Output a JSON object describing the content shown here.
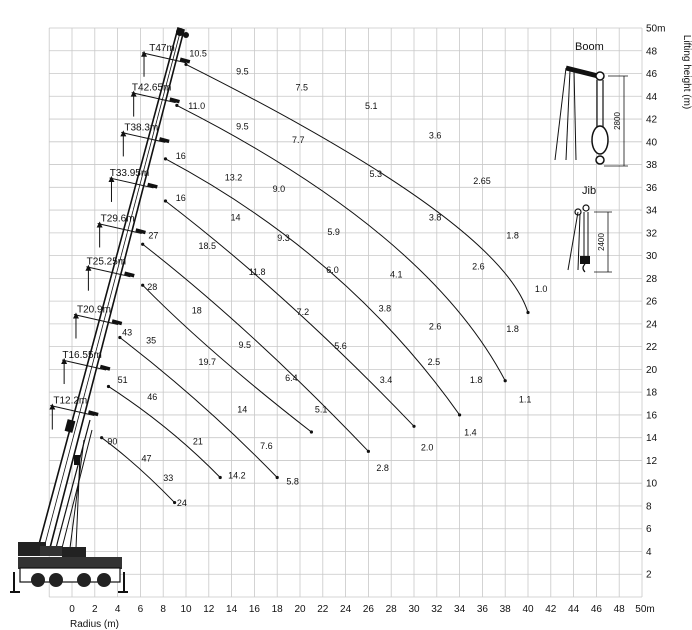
{
  "chart_data": {
    "type": "line",
    "xlabel": "Radius (m)",
    "ylabel": "Lifting height (m)",
    "xlim": [
      0,
      50
    ],
    "ylim": [
      0,
      50
    ],
    "x_ticks": [
      "0",
      "2",
      "4",
      "6",
      "8",
      "10",
      "12",
      "14",
      "16",
      "18",
      "20",
      "22",
      "24",
      "26",
      "28",
      "30",
      "32",
      "34",
      "36",
      "38",
      "40",
      "42",
      "44",
      "46",
      "48",
      "50m"
    ],
    "y_ticks": [
      "2",
      "4",
      "6",
      "8",
      "10",
      "12",
      "14",
      "16",
      "18",
      "20",
      "22",
      "24",
      "26",
      "28",
      "30",
      "32",
      "34",
      "36",
      "38",
      "40",
      "42",
      "44",
      "46",
      "48",
      "50m"
    ],
    "grid": true,
    "boom_lengths": [
      {
        "label": "T47m",
        "h": 48
      },
      {
        "label": "T42.65m",
        "h": 44.5
      },
      {
        "label": "T38.3m",
        "h": 41
      },
      {
        "label": "T33.95m",
        "h": 37
      },
      {
        "label": "T29.6m",
        "h": 33
      },
      {
        "label": "T25.25m",
        "h": 29.2
      },
      {
        "label": "T20.9m",
        "h": 25
      },
      {
        "label": "T16.55m",
        "h": 21
      },
      {
        "label": "T12.2m",
        "h": 17
      }
    ],
    "series": [
      {
        "points": [
          [
            10,
            46.8
          ],
          [
            37.5,
            33
          ],
          [
            40,
            25
          ]
        ],
        "labels": [
          {
            "text": "10.5",
            "x": 10.3,
            "y": 47.8
          },
          {
            "text": "9.5",
            "x": 14.4,
            "y": 46.2
          },
          {
            "text": "7.5",
            "x": 19.6,
            "y": 44.8
          },
          {
            "text": "5.1",
            "x": 25.7,
            "y": 43.2
          },
          {
            "text": "3.6",
            "x": 31.3,
            "y": 40.6
          },
          {
            "text": "2.65",
            "x": 35.2,
            "y": 36.6
          },
          {
            "text": "1.8",
            "x": 38.1,
            "y": 31.8
          },
          {
            "text": "1.0",
            "x": 40.6,
            "y": 27.1
          }
        ]
      },
      {
        "points": [
          [
            9.2,
            43.2
          ],
          [
            31.2,
            32
          ],
          [
            38,
            19
          ]
        ],
        "labels": [
          {
            "text": "11.0",
            "x": 10.2,
            "y": 43.2
          },
          {
            "text": "9.5",
            "x": 14.4,
            "y": 41.4
          },
          {
            "text": "7.7",
            "x": 19.3,
            "y": 40.2
          },
          {
            "text": "5.3",
            "x": 26.1,
            "y": 37.2
          },
          {
            "text": "3.8",
            "x": 31.3,
            "y": 33.4
          },
          {
            "text": "2.6",
            "x": 35.1,
            "y": 29.1
          },
          {
            "text": "1.8",
            "x": 38.1,
            "y": 23.6
          },
          {
            "text": "1.1",
            "x": 39.2,
            "y": 17.4
          }
        ]
      },
      {
        "points": [
          [
            8.2,
            38.5
          ],
          [
            24.1,
            30
          ],
          [
            34,
            16
          ]
        ],
        "labels": [
          {
            "text": "16",
            "x": 9.1,
            "y": 38.8
          },
          {
            "text": "13.2",
            "x": 13.4,
            "y": 36.9
          },
          {
            "text": "9.0",
            "x": 17.6,
            "y": 35.9
          },
          {
            "text": "5.9",
            "x": 22.4,
            "y": 32.1
          },
          {
            "text": "4.1",
            "x": 27.9,
            "y": 28.4
          },
          {
            "text": "2.6",
            "x": 31.3,
            "y": 23.8
          },
          {
            "text": "1.8",
            "x": 34.9,
            "y": 19.1
          },
          {
            "text": "1.4",
            "x": 34.4,
            "y": 14.5
          }
        ]
      },
      {
        "points": [
          [
            8.2,
            34.8
          ],
          [
            19,
            26.5
          ],
          [
            30,
            15
          ]
        ],
        "labels": [
          {
            "text": "16",
            "x": 9.1,
            "y": 35.1
          },
          {
            "text": "14",
            "x": 13.9,
            "y": 33.4
          },
          {
            "text": "9.3",
            "x": 18,
            "y": 31.6
          },
          {
            "text": "6.0",
            "x": 22.3,
            "y": 28.8
          },
          {
            "text": "3.8",
            "x": 26.9,
            "y": 25.4
          },
          {
            "text": "2.5",
            "x": 31.2,
            "y": 20.7
          },
          {
            "text": "2.0",
            "x": 30.6,
            "y": 13.2
          }
        ]
      },
      {
        "points": [
          [
            6.2,
            31
          ],
          [
            15.8,
            23.5
          ],
          [
            26,
            12.8
          ]
        ],
        "labels": [
          {
            "text": "27",
            "x": 6.7,
            "y": 31.8
          },
          {
            "text": "18.5",
            "x": 11.1,
            "y": 30.9
          },
          {
            "text": "11.8",
            "x": 15.5,
            "y": 28.6
          },
          {
            "text": "7.2",
            "x": 19.7,
            "y": 25.1
          },
          {
            "text": "5.6",
            "x": 23,
            "y": 22.1
          },
          {
            "text": "3.4",
            "x": 27,
            "y": 19.1
          },
          {
            "text": "2.8",
            "x": 26.7,
            "y": 11.4
          }
        ]
      },
      {
        "points": [
          [
            6.2,
            27.4
          ],
          [
            12,
            21.5
          ],
          [
            21,
            14.5
          ]
        ],
        "labels": [
          {
            "text": "28",
            "x": 6.6,
            "y": 27.3
          },
          {
            "text": "18",
            "x": 10.5,
            "y": 25.2
          },
          {
            "text": "9.5",
            "x": 14.6,
            "y": 22.2
          },
          {
            "text": "6.4",
            "x": 18.7,
            "y": 19.3
          },
          {
            "text": "5.1",
            "x": 21.3,
            "y": 16.5
          }
        ]
      },
      {
        "points": [
          [
            4.2,
            22.8
          ],
          [
            11.5,
            17.2
          ],
          [
            18,
            10.5
          ]
        ],
        "labels": [
          {
            "text": "43",
            "x": 4.4,
            "y": 23.3
          },
          {
            "text": "35",
            "x": 6.5,
            "y": 22.6
          },
          {
            "text": "19.7",
            "x": 11.1,
            "y": 20.7
          },
          {
            "text": "14",
            "x": 14.5,
            "y": 16.5
          },
          {
            "text": "7.6",
            "x": 16.5,
            "y": 13.3
          },
          {
            "text": "5.8",
            "x": 18.8,
            "y": 10.2
          }
        ]
      },
      {
        "points": [
          [
            3.2,
            18.5
          ],
          [
            8.6,
            15
          ],
          [
            13,
            10.5
          ]
        ],
        "labels": [
          {
            "text": "51",
            "x": 4,
            "y": 19.1
          },
          {
            "text": "46",
            "x": 6.6,
            "y": 17.6
          },
          {
            "text": "21",
            "x": 10.6,
            "y": 13.7
          },
          {
            "text": "14.2",
            "x": 13.7,
            "y": 10.7
          }
        ]
      },
      {
        "points": [
          [
            2.6,
            14
          ],
          [
            5.6,
            11.8
          ],
          [
            9,
            8.3
          ]
        ],
        "labels": [
          {
            "text": "90",
            "x": 3.1,
            "y": 13.7
          },
          {
            "text": "47",
            "x": 6.1,
            "y": 12.2
          },
          {
            "text": "33",
            "x": 8,
            "y": 10.5
          },
          {
            "text": "24",
            "x": 9.2,
            "y": 8.3
          }
        ]
      }
    ]
  },
  "insets": {
    "boom": {
      "title": "Boom",
      "dimension": "2800"
    },
    "jib": {
      "title": "Jib",
      "dimension": "2400"
    }
  }
}
